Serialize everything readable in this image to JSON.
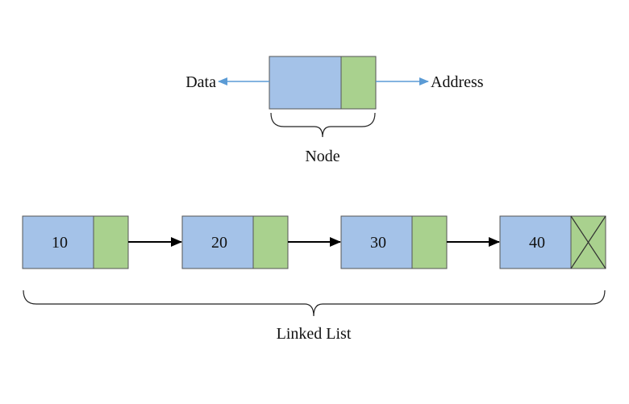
{
  "node_legend": {
    "data_label": "Data",
    "address_label": "Address",
    "node_label": "Node"
  },
  "linked_list": {
    "nodes": [
      {
        "value": "10"
      },
      {
        "value": "20"
      },
      {
        "value": "30"
      },
      {
        "value": "40"
      }
    ],
    "label": "Linked List"
  },
  "colors": {
    "data_fill": "#a4c2e8",
    "address_fill": "#a9d18e",
    "legend_arrow": "#5b9bd5",
    "link_arrow": "#000000",
    "border": "#555555"
  }
}
